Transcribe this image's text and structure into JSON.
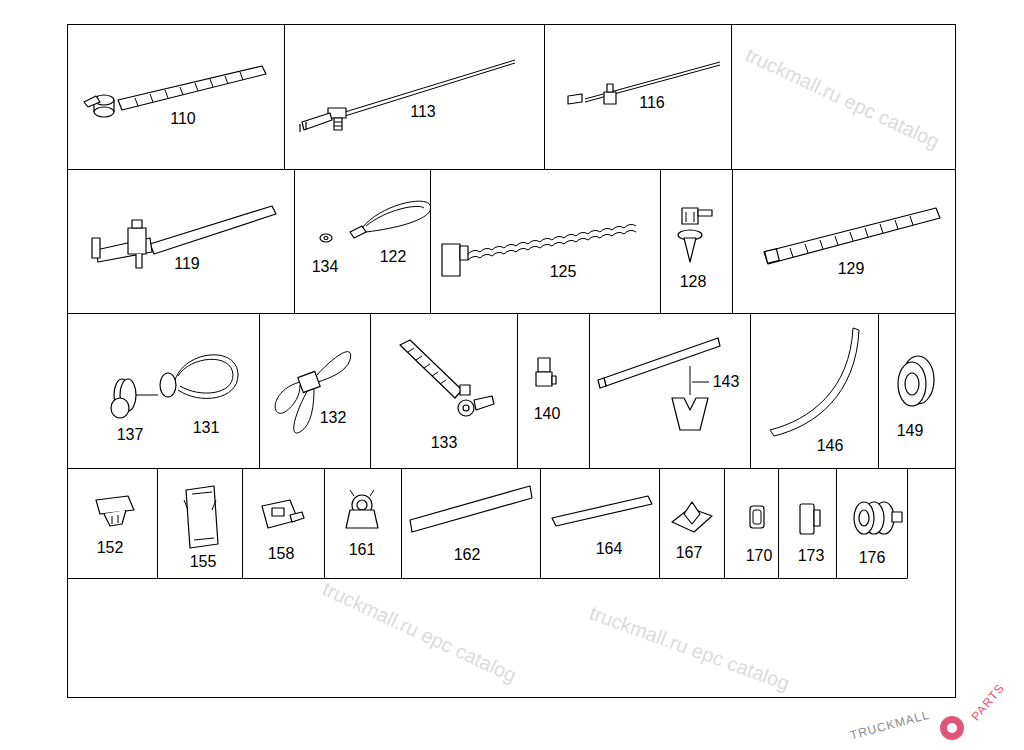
{
  "diagram": {
    "labels": [
      "110",
      "113",
      "116",
      "119",
      "134",
      "122",
      "125",
      "128",
      "129",
      "137",
      "131",
      "132",
      "133",
      "140",
      "143",
      "146",
      "149",
      "152",
      "155",
      "158",
      "161",
      "162",
      "164",
      "167",
      "170",
      "173",
      "176",
      "truckmall.ru epc catalog",
      "truckmall.ru epc catalog",
      "truckmall.ru epc catalog",
      "TRUCKMALL",
      "PARTS"
    ]
  }
}
